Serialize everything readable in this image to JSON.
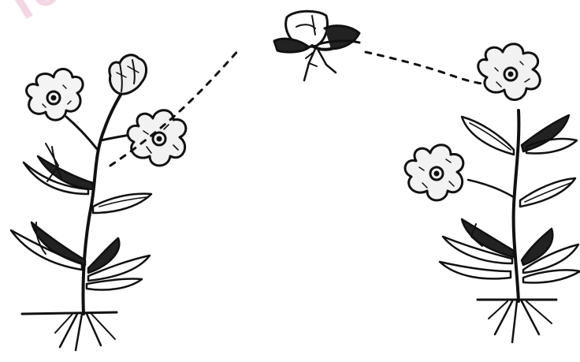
{
  "watermark": {
    "text": "Te"
  },
  "colors": {
    "ink": "#111111",
    "background": "#ffffff",
    "watermark": "#f2cfe0"
  },
  "figure": {
    "elements": [
      "left-plant",
      "right-plant",
      "butterfly-icon",
      "flight-path"
    ]
  }
}
